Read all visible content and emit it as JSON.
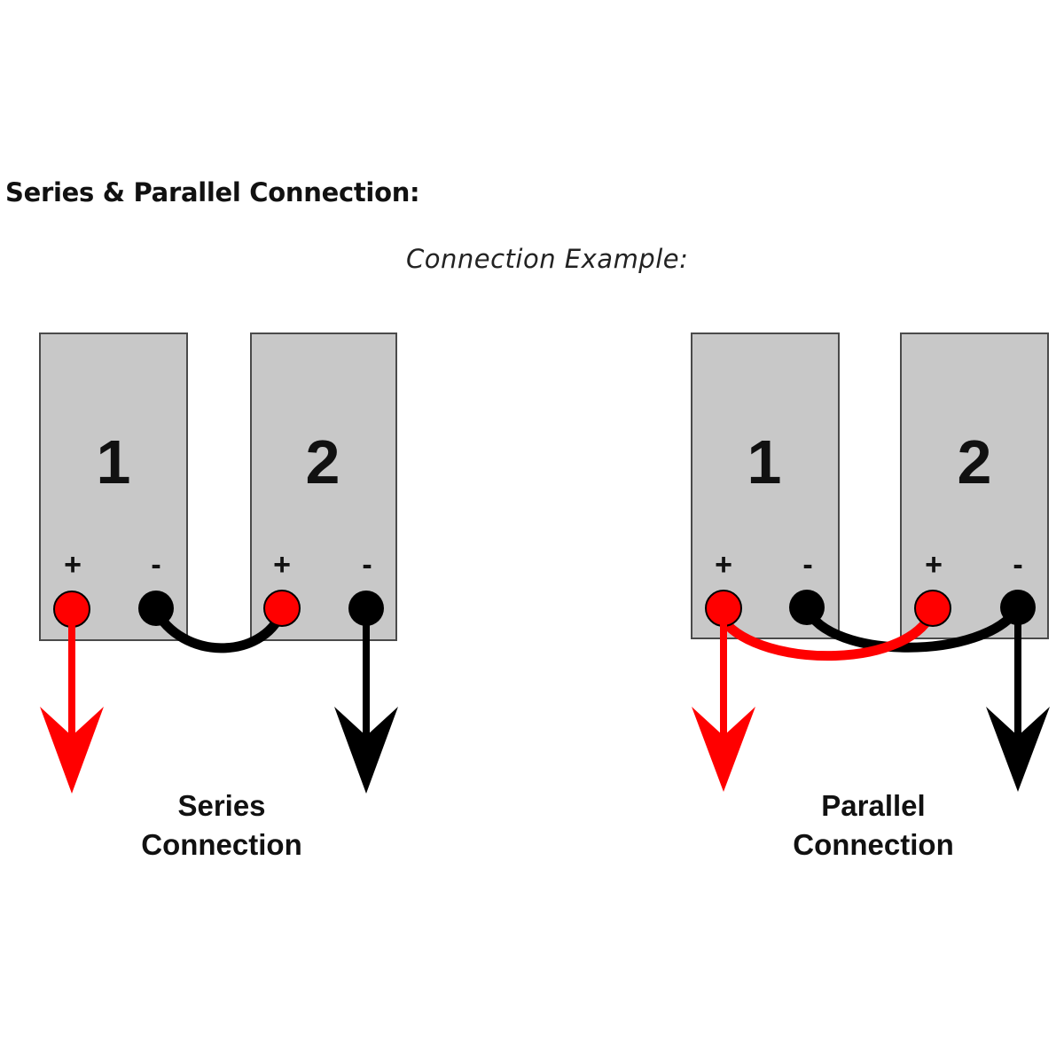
{
  "heading": "Series & Parallel Connection:",
  "subheading": "Connection Example:",
  "colors": {
    "positive": "#ff0000",
    "negative": "#000000",
    "battery": "#c8c8c8"
  },
  "series": {
    "label_line1": "Series",
    "label_line2": "Connection",
    "battery1": {
      "number": "1",
      "plus": "+",
      "minus": "-"
    },
    "battery2": {
      "number": "2",
      "plus": "+",
      "minus": "-"
    }
  },
  "parallel": {
    "label_line1": "Parallel",
    "label_line2": "Connection",
    "battery1": {
      "number": "1",
      "plus": "+",
      "minus": "-"
    },
    "battery2": {
      "number": "2",
      "plus": "+",
      "minus": "-"
    }
  }
}
